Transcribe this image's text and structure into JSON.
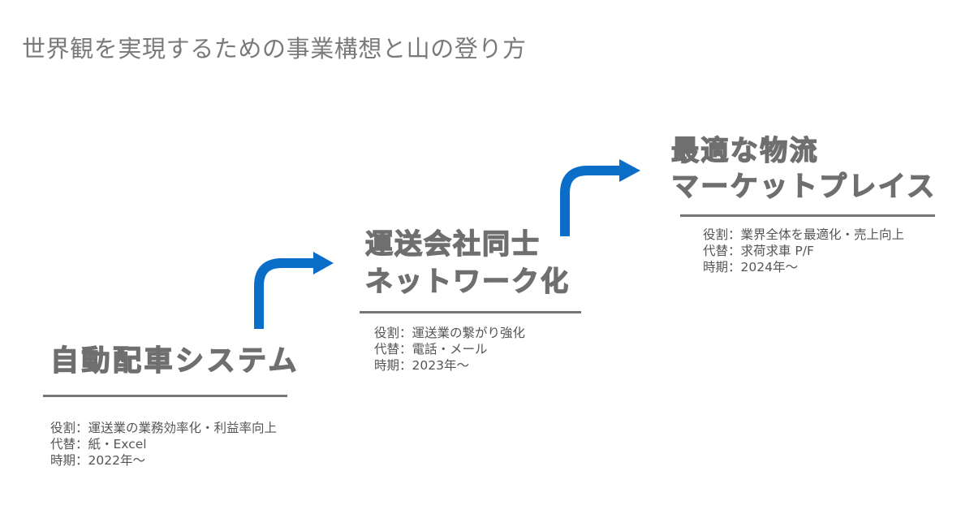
{
  "title": "世界観を実現するための事業構想と山の登り方",
  "colors": {
    "arrow": "#0a6ec8",
    "heading": "#6f6f6f",
    "divider": "#757575",
    "text": "#555555",
    "title": "#7a7a7a"
  },
  "stages": [
    {
      "heading_lines": [
        "自動配車システム"
      ],
      "details": [
        "役割：運送業の業務効率化・利益率向上",
        "代替：紙・Excel",
        "時期：2022年〜"
      ]
    },
    {
      "heading_lines": [
        "運送会社同士",
        "ネットワーク化"
      ],
      "details": [
        "役割：運送業の繋がり強化",
        "代替：電話・メール",
        "時期：2023年〜"
      ]
    },
    {
      "heading_lines": [
        "最適な物流",
        "マーケットプレイス"
      ],
      "details": [
        "役割：業界全体を最適化・売上向上",
        "代替：求荷求車 P/F",
        "時期：2024年〜"
      ]
    }
  ],
  "arrows": [
    {
      "icon": "curved-arrow-up-right-icon"
    },
    {
      "icon": "curved-arrow-up-right-icon"
    }
  ]
}
